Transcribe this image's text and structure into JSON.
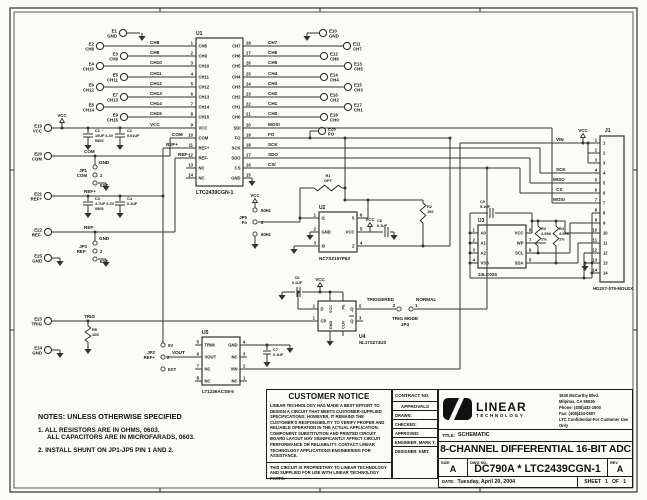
{
  "sheet": {
    "bg": "#fbfbf8",
    "ink": "#333333"
  },
  "symbols": {
    "vcc": "VCC"
  },
  "ics": {
    "u1": {
      "ref": "U1",
      "part": "LTC2439CGN-1",
      "left_pins": [
        {
          "n": "1",
          "name": "CH8"
        },
        {
          "n": "2",
          "name": "CH9"
        },
        {
          "n": "3",
          "name": "CH10"
        },
        {
          "n": "4",
          "name": "CH11"
        },
        {
          "n": "5",
          "name": "CH12"
        },
        {
          "n": "6",
          "name": "CH13"
        },
        {
          "n": "7",
          "name": "CH14"
        },
        {
          "n": "8",
          "name": "CH15"
        },
        {
          "n": "9",
          "name": "VCC"
        },
        {
          "n": "10",
          "name": "COM"
        },
        {
          "n": "11",
          "name": "REF+"
        },
        {
          "n": "12",
          "name": "REF-"
        },
        {
          "n": "13",
          "name": "NC"
        },
        {
          "n": "14",
          "name": "NC"
        }
      ],
      "right_pins": [
        {
          "n": "28",
          "name": "CH7"
        },
        {
          "n": "27",
          "name": "CH6"
        },
        {
          "n": "26",
          "name": "CH5"
        },
        {
          "n": "25",
          "name": "CH4"
        },
        {
          "n": "24",
          "name": "CH3"
        },
        {
          "n": "23",
          "name": "CH2"
        },
        {
          "n": "22",
          "name": "CH1"
        },
        {
          "n": "21",
          "name": "CH0"
        },
        {
          "n": "20",
          "name": "SDI"
        },
        {
          "n": "19",
          "name": "FO"
        },
        {
          "n": "18",
          "name": "SCK"
        },
        {
          "n": "17",
          "name": "SDO"
        },
        {
          "n": "16",
          "name": "CS"
        },
        {
          "n": "15",
          "name": "GND"
        }
      ]
    },
    "u2": {
      "ref": "U2",
      "part": "NC7SZ157P6X",
      "left_pins": [
        {
          "n": "1",
          "name": "I1"
        },
        {
          "n": "2",
          "name": "GND"
        },
        {
          "n": "3",
          "name": "I0"
        }
      ],
      "right_pins": [
        {
          "n": "6",
          "name": "S"
        },
        {
          "n": "5",
          "name": "VCC"
        },
        {
          "n": "4",
          "name": "Z"
        }
      ]
    },
    "u3": {
      "ref": "U3",
      "part": "24LC025",
      "left_pins": [
        {
          "n": "1",
          "name": "A0"
        },
        {
          "n": "2",
          "name": "A1"
        },
        {
          "n": "3",
          "name": "A2"
        },
        {
          "n": "4",
          "name": "VSS"
        }
      ],
      "right_pins": [
        {
          "n": "8",
          "name": "VCC"
        },
        {
          "n": "7",
          "name": "WP"
        },
        {
          "n": "6",
          "name": "SCL"
        },
        {
          "n": "5",
          "name": "SDA"
        }
      ]
    },
    "u4": {
      "ref": "U4",
      "part": "NL17SZ74US",
      "left_pins": [
        {
          "n": "2",
          "name": "D"
        },
        {
          "n": "1",
          "name": "CP"
        }
      ],
      "right_pins": [
        {
          "n": "5",
          "name": "Q"
        },
        {
          "n": "3",
          "name": "Q"
        }
      ],
      "top_pins": [
        "VCC",
        "PE"
      ],
      "bottom_pins": [
        "GND",
        "CLR"
      ]
    },
    "u5": {
      "ref": "U5",
      "part": "LT1236ACS8-5",
      "left_pins": [
        {
          "n": "5",
          "name": "TRIM"
        },
        {
          "n": "6",
          "name": "VOUT"
        },
        {
          "n": "7",
          "name": "NC"
        },
        {
          "n": "8",
          "name": "NC"
        }
      ],
      "right_pins": [
        {
          "n": "4",
          "name": "GND"
        },
        {
          "n": "3",
          "name": "NC"
        },
        {
          "n": "2",
          "name": "VIN"
        },
        {
          "n": "1",
          "name": "NC"
        }
      ]
    }
  },
  "j1": {
    "ref": "J1",
    "part": "HD2X7-079-MOLEX",
    "pins": [
      "1",
      "2",
      "3",
      "4",
      "5",
      "6",
      "7",
      "8",
      "9",
      "10",
      "11",
      "12",
      "13",
      "14"
    ]
  },
  "turrets": [
    {
      "e": "E1",
      "net": "GND"
    },
    {
      "e": "E2",
      "net": "CH8"
    },
    {
      "e": "E3",
      "net": "CH9"
    },
    {
      "e": "E4",
      "net": "CH10"
    },
    {
      "e": "E5",
      "net": "CH11"
    },
    {
      "e": "E6",
      "net": "CH12"
    },
    {
      "e": "E7",
      "net": "CH13"
    },
    {
      "e": "E8",
      "net": "CH14"
    },
    {
      "e": "E9",
      "net": "CH15"
    },
    {
      "e": "E19",
      "net": "VCC"
    },
    {
      "e": "E20",
      "net": "COM"
    },
    {
      "e": "E21",
      "net": "REF+"
    },
    {
      "e": "E22",
      "net": "REF-"
    },
    {
      "e": "E25",
      "net": "GND"
    },
    {
      "e": "E23",
      "net": "TRIG"
    },
    {
      "e": "E24",
      "net": "GND"
    },
    {
      "e": "E10",
      "net": "GND"
    },
    {
      "e": "E11",
      "net": "CH7"
    },
    {
      "e": "E12",
      "net": "CH6"
    },
    {
      "e": "E13",
      "net": "CH5"
    },
    {
      "e": "E14",
      "net": "CH4"
    },
    {
      "e": "E15",
      "net": "CH3"
    },
    {
      "e": "E16",
      "net": "CH2"
    },
    {
      "e": "E17",
      "net": "CH1"
    },
    {
      "e": "E18",
      "net": "CH0"
    },
    {
      "e": "E26",
      "net": "FO"
    }
  ],
  "jumpers": {
    "jp1": {
      "ref": "JP1",
      "name": "COM",
      "mid": "2",
      "bot": "EXT"
    },
    "jp2": {
      "ref": "JP2",
      "name": "REF+",
      "top": "5V",
      "mid": "2",
      "bot": "EXT"
    },
    "jp3": {
      "ref": "JP3",
      "name": "REF-",
      "mid": "2",
      "bot": "EXT"
    },
    "jp5": {
      "ref": "JP5",
      "name": "Fo",
      "top": "50Hz",
      "mid": "2",
      "bot": "60Hz"
    }
  },
  "resistors": [
    {
      "ref": "R1",
      "val": "OPT"
    },
    {
      "ref": "R2",
      "val": "100"
    },
    {
      "ref": "R3",
      "val": "4.99K",
      "tol": "1%"
    },
    {
      "ref": "R4",
      "val": "4.99K",
      "tol": "1%"
    },
    {
      "ref": "R5",
      "val": "10K"
    }
  ],
  "capacitors": [
    {
      "ref": "C1",
      "val": "10UF 6.3V",
      "pkg": "0805"
    },
    {
      "ref": "C2",
      "val": "0.01UF"
    },
    {
      "ref": "C3",
      "val": "4.7UF 6.3V",
      "pkg": "0805"
    },
    {
      "ref": "C4",
      "val": "0.1UF"
    },
    {
      "ref": "C5",
      "val": "0.1UF"
    },
    {
      "ref": "C6",
      "val": "0.1UF"
    },
    {
      "ref": "C7",
      "val": "0.1UF"
    },
    {
      "ref": "C8",
      "val": "0.1UF"
    }
  ],
  "net_labels": [
    "CH8",
    "CH9",
    "CH10",
    "CH11",
    "CH12",
    "CH13",
    "CH14",
    "CH15",
    "VCC",
    "COM",
    "REF+",
    "REF-",
    "CH7",
    "CH6",
    "CH5",
    "CH4",
    "CH3",
    "CH2",
    "CH1",
    "CH0",
    "MOSI",
    "FO",
    "SCK",
    "SDO",
    "CS/",
    "COM",
    "REF+",
    "REF-",
    "TRIG",
    "VOUT",
    "VIN",
    "SCK",
    "MISO",
    "CS",
    "MOSI",
    "GND",
    "GND",
    "TRIGGERED",
    "NORMAL",
    "TRIG MODE",
    "JP4",
    "3",
    "1"
  ],
  "notes": {
    "heading": "NOTES:  UNLESS OTHERWISE SPECIFIED",
    "item1": "1.  ALL RESISTORS ARE IN OHMS, 0603.",
    "item1b": "ALL CAPACITORS ARE IN MICROFARADS, 0603.",
    "item2": "2.  INSTALL SHUNT ON JP1-JP5 PIN 1 AND 2."
  },
  "customer_notice": {
    "title": "CUSTOMER NOTICE",
    "p1": "LINEAR TECHNOLOGY HAS MADE A BEST EFFORT TO DESIGN A CIRCUIT THAT MEETS CUSTOMER-SUPPLIED SPECIFICATIONS; HOWEVER, IT REMAINS THE CUSTOMER'S RESPONSIBILITY TO VERIFY PROPER AND RELIABLE OPERATION IN THE ACTUAL APPLICATION.  COMPONENT SUBSTITUTION AND PRINTED CIRCUIT BOARD LAYOUT MAY SIGNIFICANTLY AFFECT CIRCUIT PERFORMANCE OR RELIABILITY.  CONTACT LINEAR TECHNOLOGY APPLICATIONS ENGINEERING FOR ASSISTANCE.",
    "p2": "THIS CIRCUIT IS PROPRIETARY TO LINEAR TECHNOLOGY AND SUPPLIED FOR USE WITH LINEAR TECHNOLOGY PARTS."
  },
  "approvals": {
    "contract_label": "CONTRACT NO.",
    "approvals_label": "APPROVALS",
    "rows": [
      "DRAWN:",
      "CHECKED:",
      "APPROVED:",
      "ENGINEER: MARK T.",
      "DESIGNER: KMIT."
    ]
  },
  "title_block": {
    "company": "LINEAR",
    "company2": "TECHNOLOGY",
    "addr1": "1630 McCarthy Blvd.",
    "addr2": "Milpitas, CA 95035",
    "addr3": "Phone: (408)432-1900",
    "addr4": "Fax: (408)434-0507",
    "addr5": "LTC Confidential-For Customer Use Only",
    "title_label": "TITLE:",
    "title_small": "SCHEMATIC",
    "title_main": "8-CHANNEL DIFFERENTIAL 16-BIT ADC",
    "size_label": "SIZE",
    "size": "A",
    "dwg_label": "DWG NO.",
    "dwg": "DC790A * LTC2439CGN-1",
    "rev_label": "REV",
    "rev": "A",
    "date_label": "DATE:",
    "date": "Tuesday, April 20, 2004",
    "sheet": "SHEET   1   OF   1"
  }
}
